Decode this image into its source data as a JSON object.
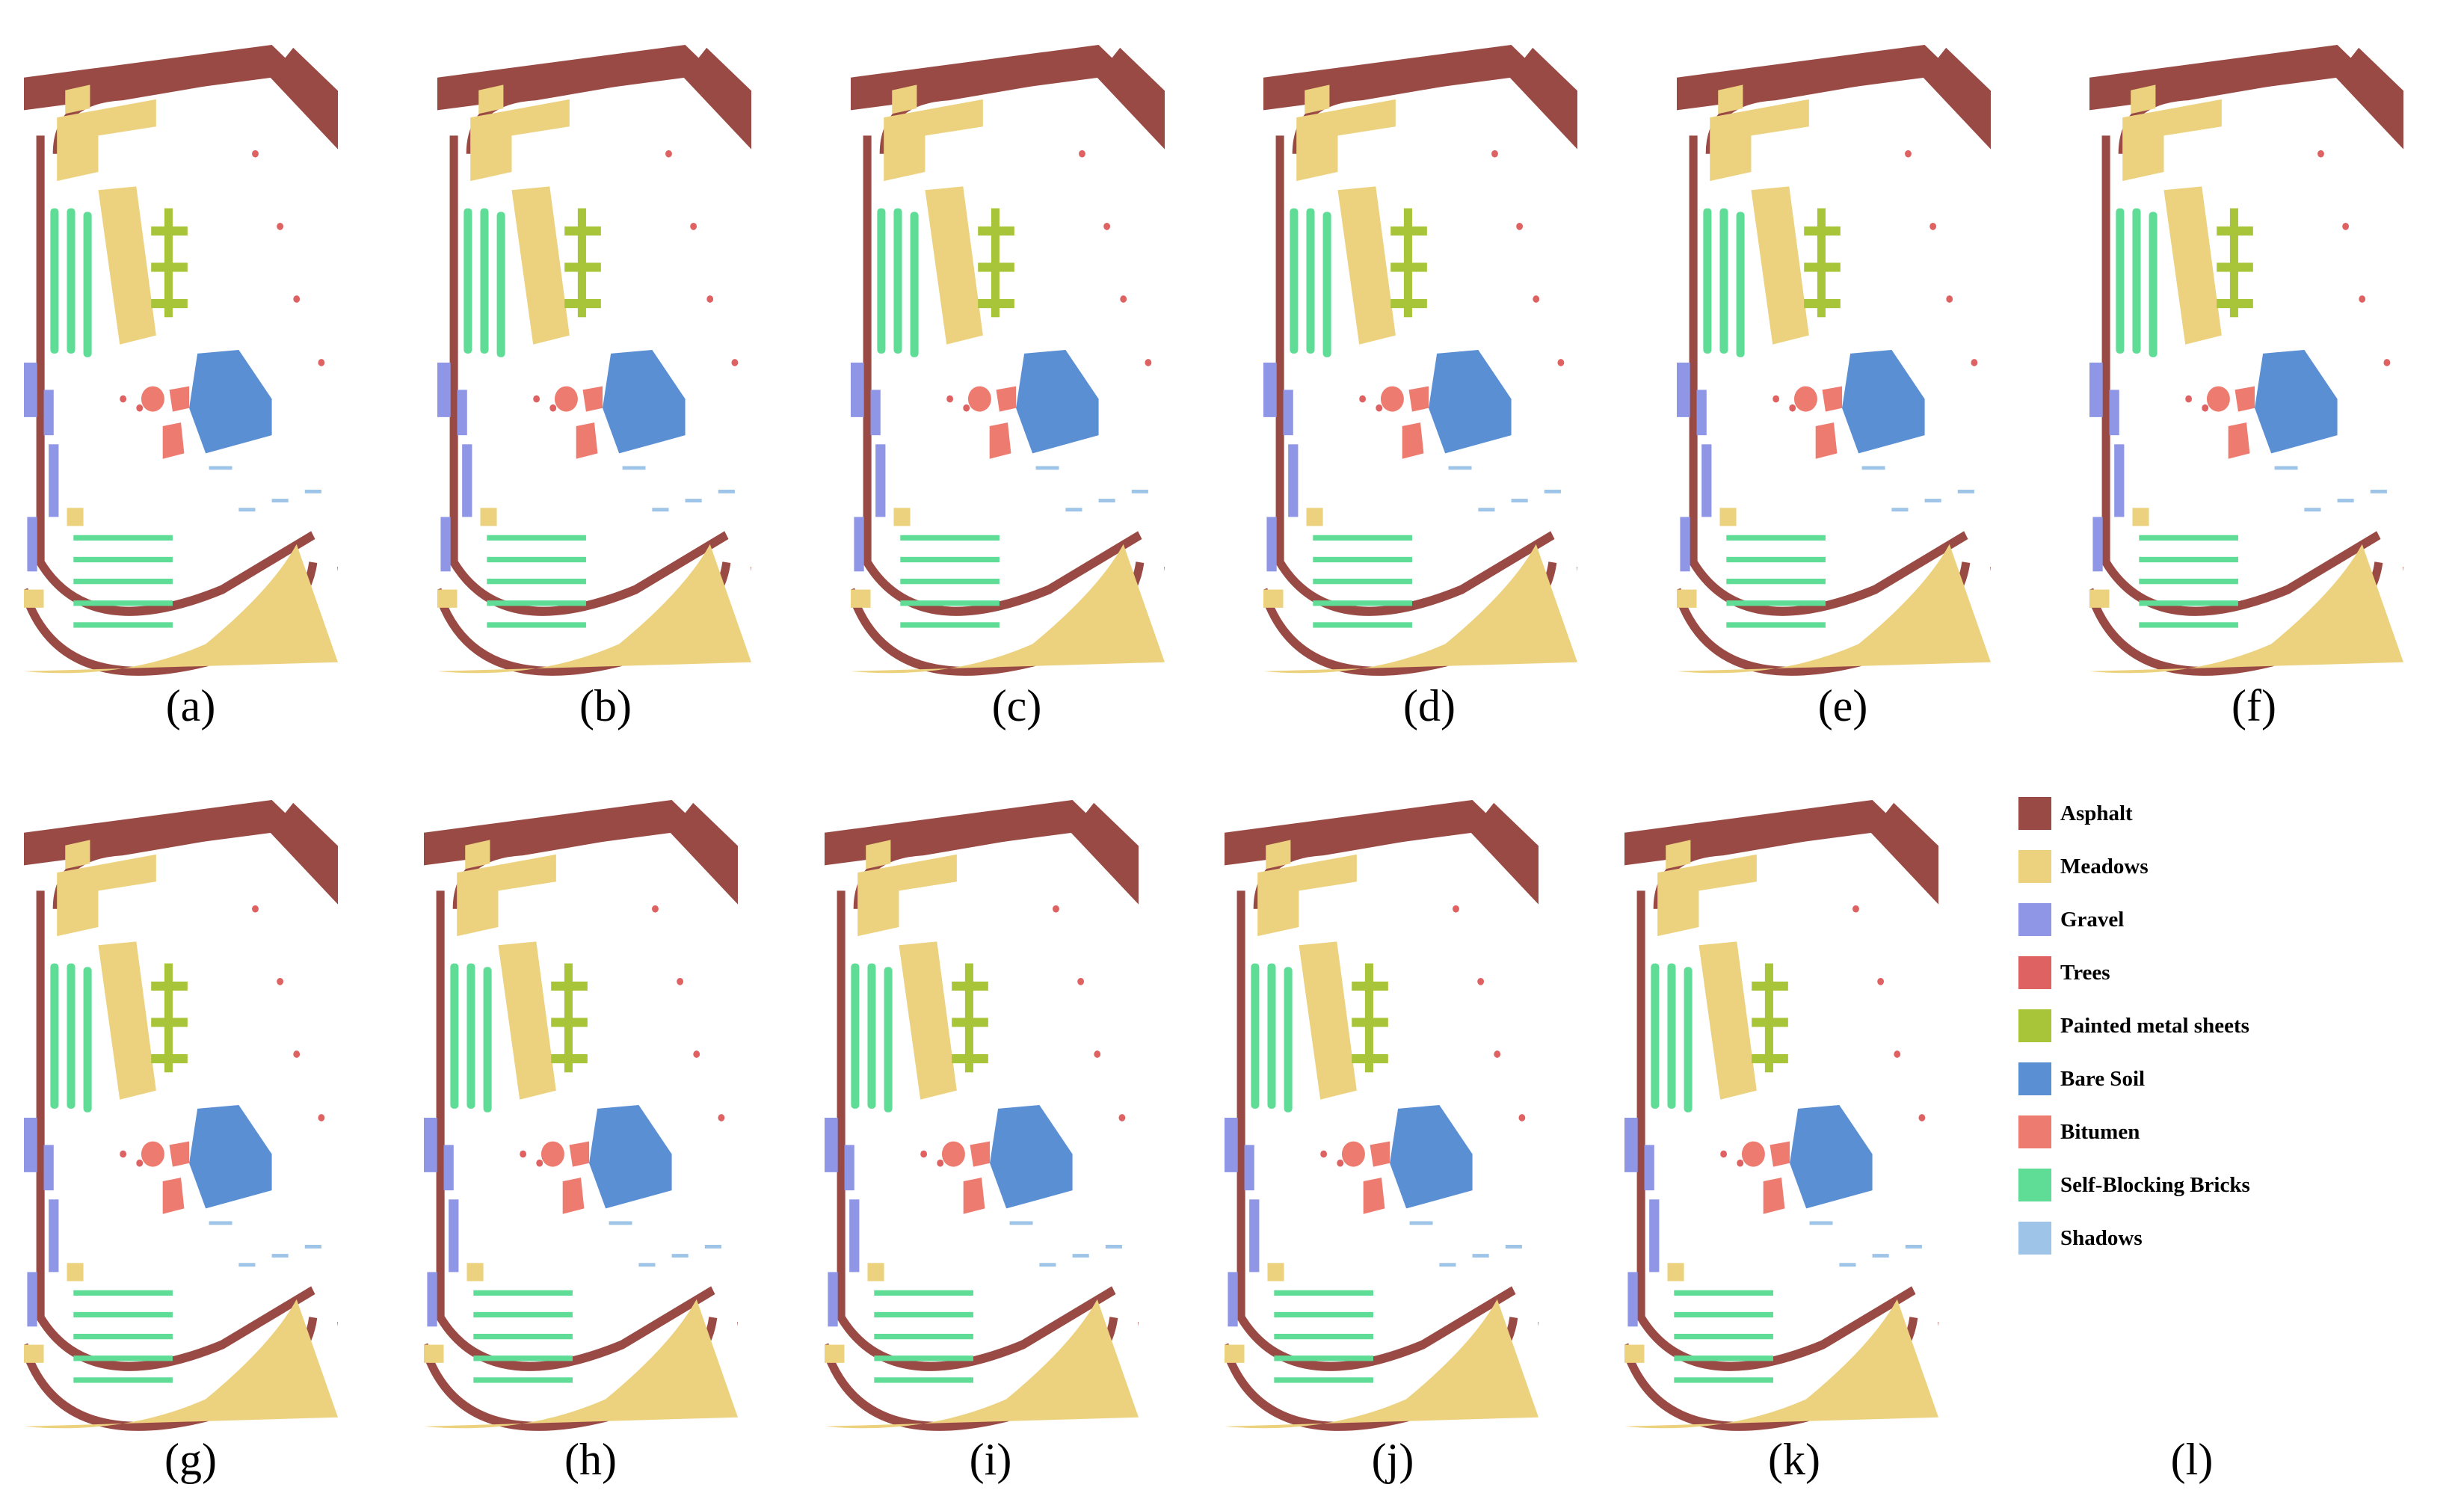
{
  "panels": [
    {
      "label": "(a)"
    },
    {
      "label": "(b)"
    },
    {
      "label": "(c)"
    },
    {
      "label": "(d)"
    },
    {
      "label": "(e)"
    },
    {
      "label": "(f)"
    },
    {
      "label": "(g)"
    },
    {
      "label": "(h)"
    },
    {
      "label": "(i)"
    },
    {
      "label": "(j)"
    },
    {
      "label": "(k)"
    },
    {
      "label": "(l)"
    }
  ],
  "legend": [
    {
      "label": "Asphalt",
      "color": "#9a4a44"
    },
    {
      "label": "Meadows",
      "color": "#ecd27e"
    },
    {
      "label": "Gravel",
      "color": "#8f96e6"
    },
    {
      "label": "Trees",
      "color": "#df6263"
    },
    {
      "label": "Painted metal sheets",
      "color": "#a8c438"
    },
    {
      "label": "Bare Soil",
      "color": "#5a8fd4"
    },
    {
      "label": "Bitumen",
      "color": "#ee7b6f"
    },
    {
      "label": "Self-Blocking Bricks",
      "color": "#5fdc96"
    },
    {
      "label": "Shadows",
      "color": "#9ec4e8"
    }
  ]
}
